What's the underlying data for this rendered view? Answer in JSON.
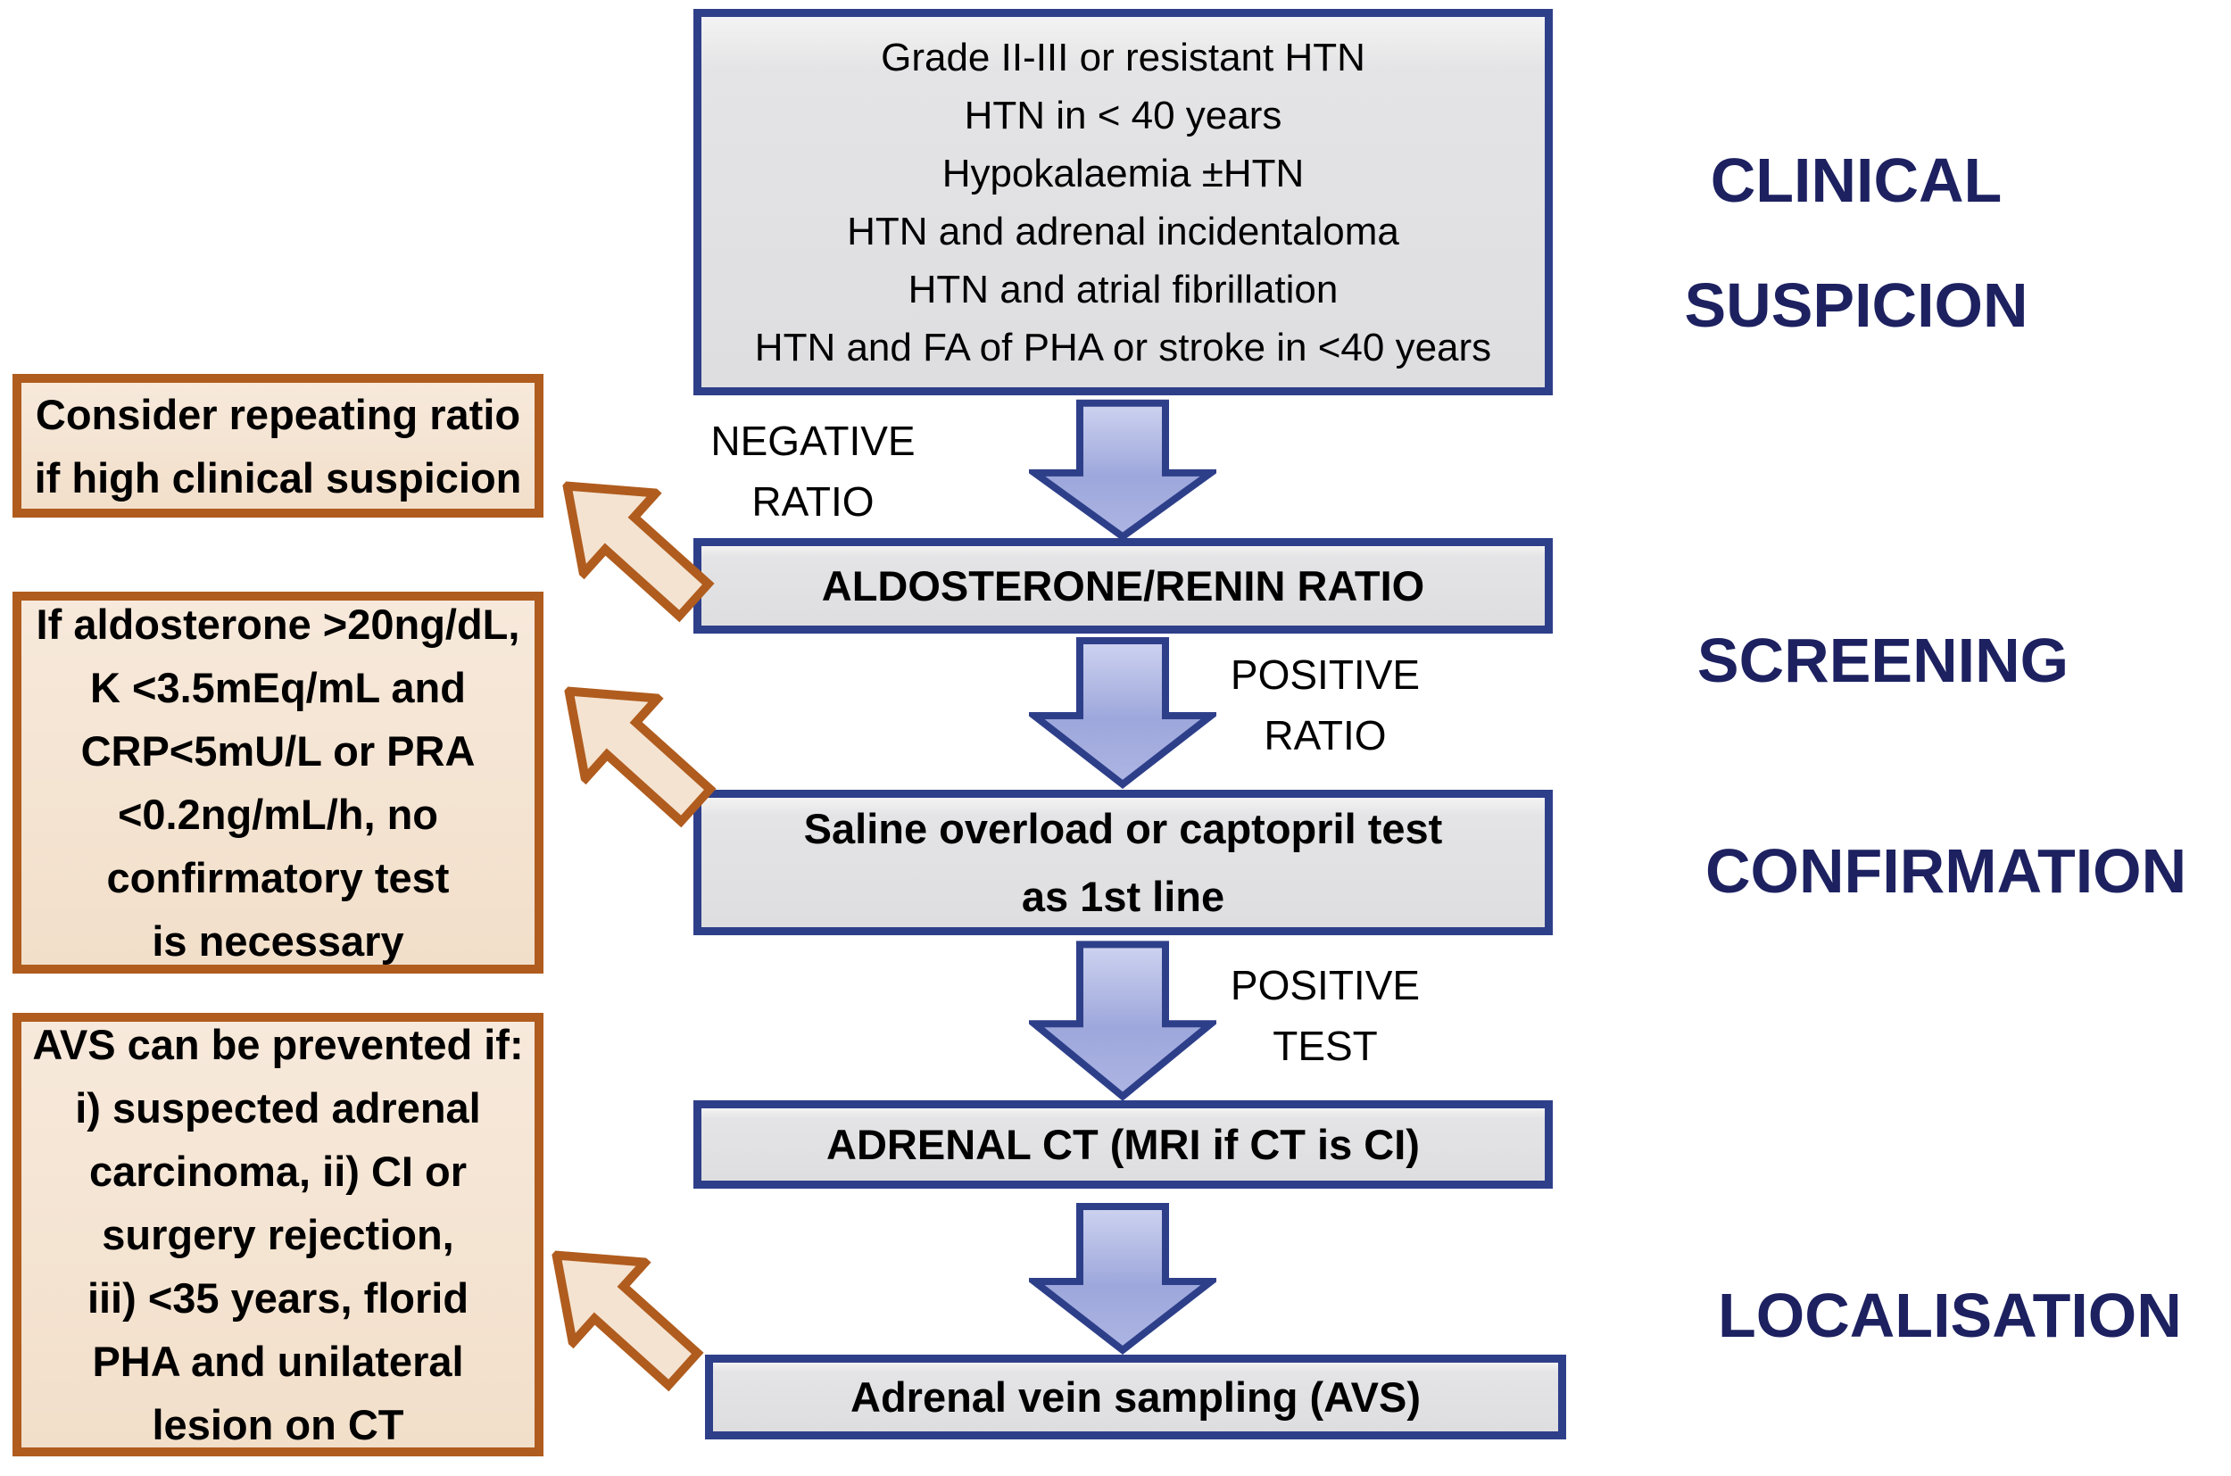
{
  "colors": {
    "navy": "#2e3f8a",
    "brown": "#b05c1e",
    "box-fill": "#e2e2e4",
    "tan-fill": "#f4e3d1",
    "stage-text": "#1d2160",
    "text": "#000000"
  },
  "suspicion_box": {
    "lines": [
      "Grade II-III or resistant HTN",
      "HTN in < 40 years",
      "Hypokalaemia ±HTN",
      "HTN and adrenal incidentaloma",
      "HTN and atrial fibrillation",
      "HTN and FA of PHA or stroke in <40 years"
    ]
  },
  "screening_box": {
    "label": "ALDOSTERONE/RENIN RATIO"
  },
  "confirmation_box": {
    "lines": [
      "Saline overload or captopril test",
      "as 1st line"
    ]
  },
  "ct_box": {
    "label": "ADRENAL CT (MRI if CT is CI)"
  },
  "avs_box": {
    "label": "Adrenal vein sampling (AVS)"
  },
  "stage_labels": {
    "clinical": {
      "line1": "CLINICAL",
      "line2": "SUSPICION"
    },
    "screening": "SCREENING",
    "confirmation": "CONFIRMATION",
    "localisation": "LOCALISATION"
  },
  "edge_labels": {
    "negative_ratio": {
      "line1": "NEGATIVE",
      "line2": "RATIO"
    },
    "positive_ratio": {
      "line1": "POSITIVE",
      "line2": "RATIO"
    },
    "positive_test": {
      "line1": "POSITIVE",
      "line2": "TEST"
    }
  },
  "side_notes": [
    {
      "lines": [
        "Consider repeating ratio",
        "if high clinical suspicion"
      ]
    },
    {
      "lines": [
        "If aldosterone >20ng/dL,",
        "K <3.5mEq/mL and",
        "CRP<5mU/L or PRA",
        "<0.2ng/mL/h, no",
        "confirmatory test",
        "is necessary"
      ]
    },
    {
      "lines": [
        "AVS can be prevented if:",
        "i) suspected adrenal",
        "carcinoma, ii) CI or",
        "surgery rejection,",
        "iii) <35 years, florid",
        "PHA and unilateral",
        "lesion on CT"
      ]
    }
  ]
}
